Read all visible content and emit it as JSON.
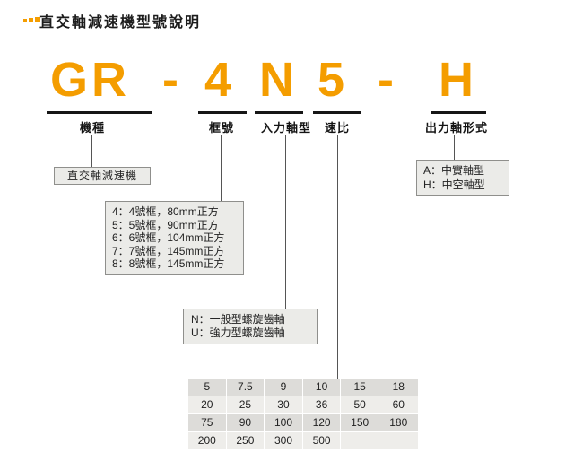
{
  "title": "直交軸減速機型號說明",
  "model_code": {
    "series": "GR",
    "dash1": "-",
    "frame": "4",
    "input": "N",
    "ratio": "5",
    "dash2": "-",
    "output": "H"
  },
  "labels": {
    "machine_type": "機種",
    "frame_no": "框號",
    "input_shaft": "入力軸型",
    "speed_ratio": "速比",
    "output_shaft": "出力軸形式"
  },
  "callouts": {
    "machine_type": "直交軸減速機",
    "frame_no_lines": [
      "4：4號框，80mm正方",
      "5：5號框，90mm正方",
      "6：6號框，104mm正方",
      "7：7號框，145mm正方",
      "8：8號框，145mm正方"
    ],
    "input_shaft_lines": [
      "N：一般型螺旋齒軸",
      "U：強力型螺旋齒軸"
    ],
    "output_shaft_lines": [
      "A：中實軸型",
      "H：中空軸型"
    ]
  },
  "ratio_table": {
    "rows": [
      [
        "5",
        "7.5",
        "9",
        "10",
        "15",
        "18"
      ],
      [
        "20",
        "25",
        "30",
        "36",
        "50",
        "60"
      ],
      [
        "75",
        "90",
        "100",
        "120",
        "150",
        "180"
      ],
      [
        "200",
        "250",
        "300",
        "500",
        "",
        ""
      ]
    ]
  },
  "colors": {
    "accent_orange": "#f49d00",
    "box_fill": "#ebebe8",
    "stripe_dark": "#dddcd9",
    "stripe_light": "#eeedea"
  }
}
